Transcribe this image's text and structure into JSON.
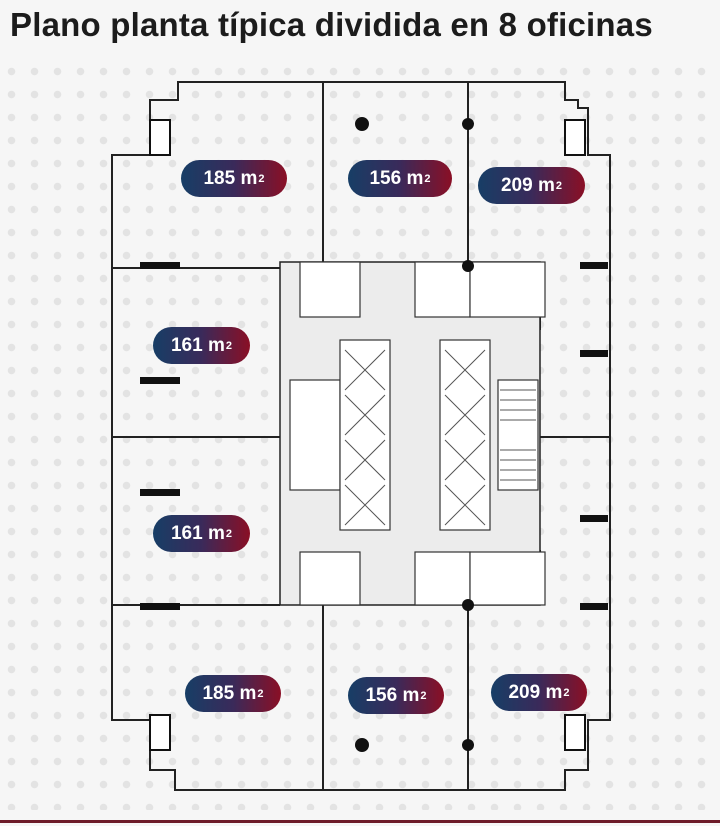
{
  "title": "Plano planta típica dividida en 8 oficinas",
  "unit": "m",
  "unit_exp": "2",
  "offices": [
    {
      "id": "top-left",
      "area": "185"
    },
    {
      "id": "top-center",
      "area": "156"
    },
    {
      "id": "top-right",
      "area": "209"
    },
    {
      "id": "mid-left-upper",
      "area": "161"
    },
    {
      "id": "mid-left-lower",
      "area": "161"
    },
    {
      "id": "bottom-left",
      "area": "185"
    },
    {
      "id": "bottom-center",
      "area": "156"
    },
    {
      "id": "bottom-right",
      "area": "209"
    }
  ],
  "colors": {
    "pill_start": "#173e66",
    "pill_end": "#8a0f25",
    "rule": "#6e1c2a"
  }
}
